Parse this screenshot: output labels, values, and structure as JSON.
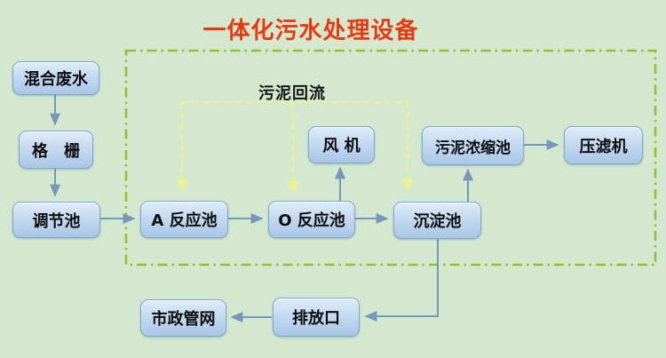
{
  "title": "一体化污水处理设备",
  "labels": {
    "sludge_return": "污泥回流"
  },
  "nodes": [
    {
      "id": "mixed-wastewater",
      "label": "混合废水"
    },
    {
      "id": "bar-screen",
      "label": "格　栅"
    },
    {
      "id": "regulating-tank",
      "label": "调节池"
    },
    {
      "id": "a-reaction-tank",
      "label": "A 反应池"
    },
    {
      "id": "o-reaction-tank",
      "label": "O 反应池"
    },
    {
      "id": "sedimentation-tank",
      "label": "沉淀池"
    },
    {
      "id": "fan",
      "label": "风 机"
    },
    {
      "id": "sludge-thickening-tank",
      "label": "污泥浓缩池"
    },
    {
      "id": "filter-press",
      "label": "压滤机"
    },
    {
      "id": "discharge-outlet",
      "label": "排放口"
    },
    {
      "id": "municipal-pipe-network",
      "label": "市政管网"
    }
  ],
  "edges": [
    {
      "from": "混合废水",
      "to": "格栅",
      "type": "solid"
    },
    {
      "from": "格栅",
      "to": "调节池",
      "type": "solid"
    },
    {
      "from": "调节池",
      "to": "A 反应池",
      "type": "solid"
    },
    {
      "from": "A 反应池",
      "to": "O 反应池",
      "type": "solid"
    },
    {
      "from": "O 反应池",
      "to": "沉淀池",
      "type": "solid"
    },
    {
      "from": "O 反应池",
      "to": "风机",
      "type": "solid"
    },
    {
      "from": "沉淀池",
      "to": "污泥浓缩池",
      "type": "solid"
    },
    {
      "from": "污泥浓缩池",
      "to": "压滤机",
      "type": "solid"
    },
    {
      "from": "沉淀池",
      "to": "排放口",
      "type": "solid"
    },
    {
      "from": "排放口",
      "to": "市政管网",
      "type": "solid"
    },
    {
      "from": "污泥回流",
      "to": "A 反应池",
      "type": "dashed"
    },
    {
      "from": "污泥回流",
      "to": "O 反应池",
      "type": "dashed"
    },
    {
      "from": "污泥回流",
      "to": "沉淀池",
      "type": "dashed"
    }
  ],
  "colors": {
    "background": "#d3e8ce",
    "title": "#e73a10",
    "node_border": "#7ea9d6",
    "node_fill_top": "#e0edf9",
    "node_fill_bottom": "#a9c6e6",
    "flow_arrow": "#7697bd",
    "sludge_return_line": "#eff18d",
    "boundary_dash": "#93c22d",
    "node_text": "#0d0d0d"
  }
}
